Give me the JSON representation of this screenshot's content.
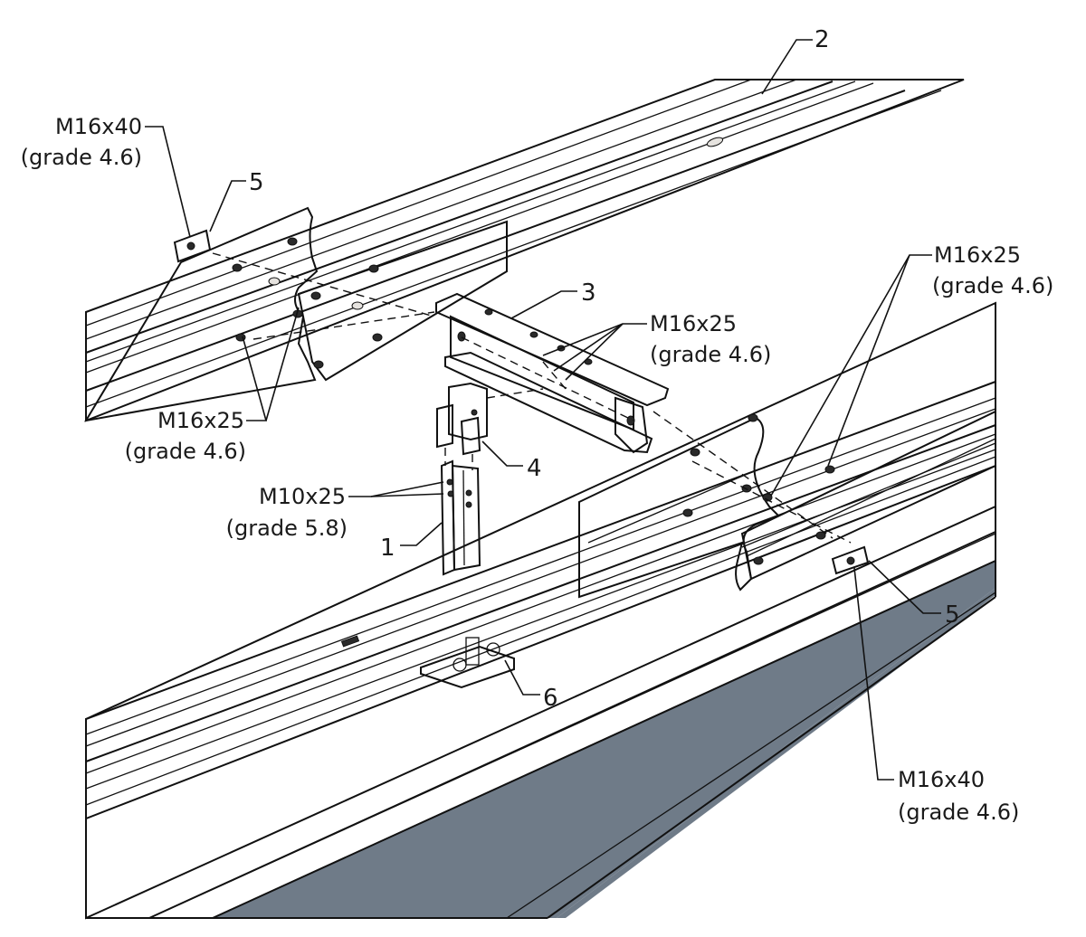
{
  "title": "Guardrail post and spacer assembly - exploded isometric view",
  "colors": {
    "rail_top": "#8a8580",
    "rail_face": "#a9a49e",
    "rail_dark": "#6e6a66",
    "deck_light": "#8e9eab",
    "deck_stripe": "#a3b2be",
    "deck_dark": "#6f7b88",
    "bracket": "#5e5a57",
    "background": "#ffffff"
  },
  "callouts": [
    {
      "id": "2",
      "part": "w-beam rail (upper)",
      "text": "2"
    },
    {
      "id": "5a",
      "part": "backing plate (upper)",
      "text": "5"
    },
    {
      "id": "3",
      "part": "spacer block",
      "text": "3"
    },
    {
      "id": "4",
      "part": "post bracket",
      "text": "4"
    },
    {
      "id": "1",
      "part": "post",
      "text": "1"
    },
    {
      "id": "6",
      "part": "base plate",
      "text": "6"
    },
    {
      "id": "5b",
      "part": "backing plate (lower)",
      "text": "5"
    }
  ],
  "bolts": [
    {
      "id": "b1",
      "size": "M16x40",
      "grade": "(grade 4.6)"
    },
    {
      "id": "b2",
      "size": "M16x25",
      "grade": "(grade 4.6)"
    },
    {
      "id": "b3",
      "size": "M16x25",
      "grade": "(grade 4.6)"
    },
    {
      "id": "b4",
      "size": "M16x25",
      "grade": "(grade 4.6)"
    },
    {
      "id": "b5",
      "size": "M10x25",
      "grade": "(grade 5.8)"
    },
    {
      "id": "b6",
      "size": "M16x40",
      "grade": "(grade 4.6)"
    }
  ]
}
